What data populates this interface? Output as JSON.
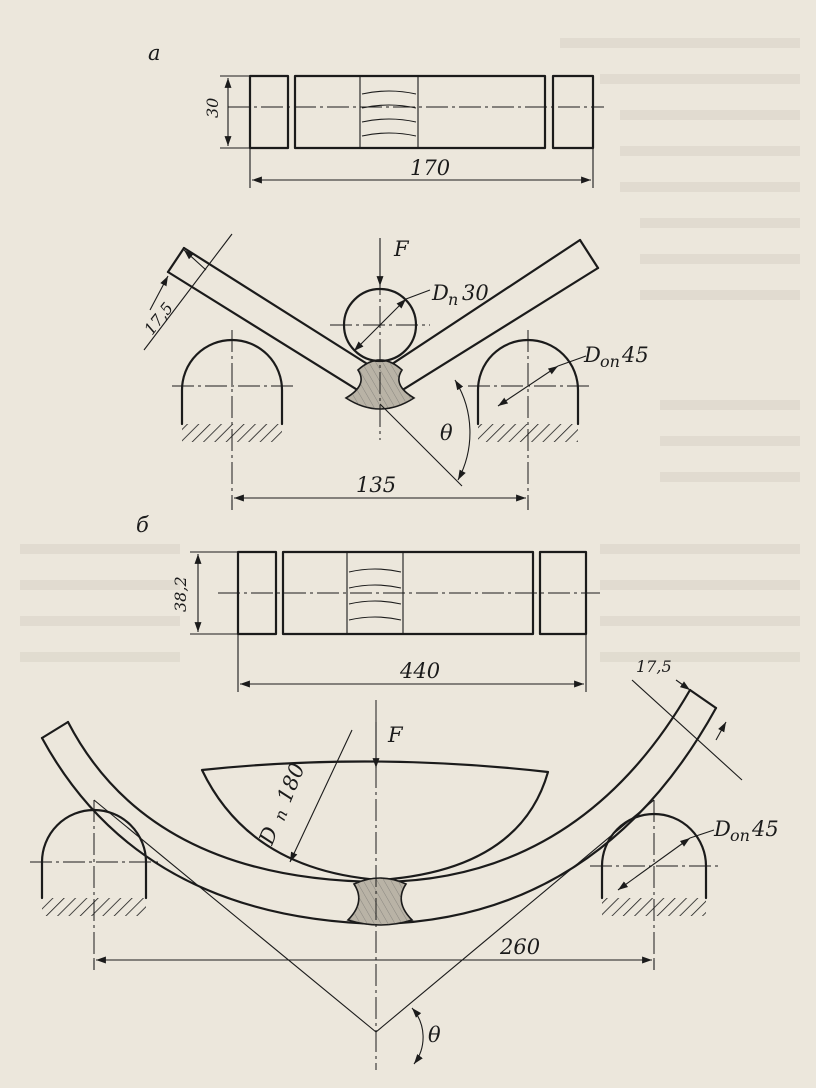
{
  "figure": {
    "panel_a": {
      "label": "а",
      "dims": {
        "thickness": "30",
        "length": "170",
        "width": "17,5",
        "span": "135"
      },
      "force": "F",
      "punch": {
        "symbol": "D",
        "sub": "п",
        "value": "30"
      },
      "support": {
        "symbol": "D",
        "sub": "оп",
        "value": "45"
      },
      "angle": "θ"
    },
    "panel_b": {
      "label": "б",
      "dims": {
        "thickness": "38,2",
        "length": "440",
        "width": "17,5",
        "span": "260"
      },
      "force": "F",
      "punch": {
        "symbol": "D",
        "sub": "п",
        "value": "180"
      },
      "support": {
        "symbol": "D",
        "sub": "оп",
        "value": "45"
      },
      "angle": "θ"
    }
  }
}
